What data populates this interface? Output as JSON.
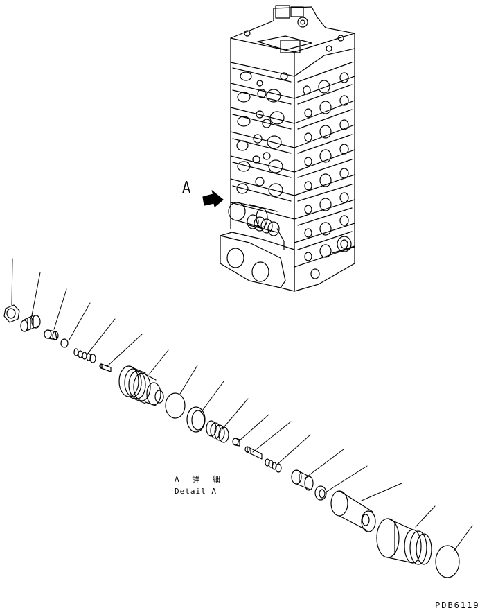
{
  "labels": {
    "view_letter": "A",
    "detail_jp": "A 詳 細",
    "detail_en": "Detail A",
    "drawing_code": "PDB6119"
  },
  "colors": {
    "line": "#000000",
    "background": "#ffffff"
  }
}
